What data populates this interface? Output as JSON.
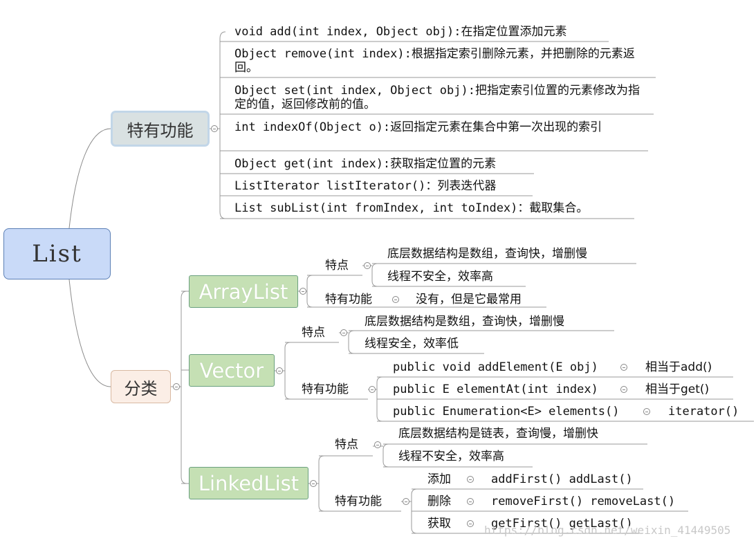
{
  "root": "List",
  "special": {
    "title": "特有功能",
    "items": [
      "void add(int index, Object obj):在指定位置添加元素",
      "Object remove(int index):根据指定索引删除元素，并把删除的元素返回。",
      "Object set(int index, Object obj):把指定索引位置的元素修改为指定的值，返回修改前的值。",
      "int indexOf(Object o):返回指定元素在集合中第一次出现的索引",
      "Object get(int index):获取指定位置的元素",
      "ListIterator listIterator()：列表迭代器",
      " List subList(int fromIndex, int toIndex)：截取集合。"
    ]
  },
  "classify": {
    "title": "分类",
    "arraylist": {
      "name": "ArrayList",
      "trait_label": "特点",
      "traits": [
        "底层数据结构是数组，查询快，增删慢",
        "线程不安全，效率高"
      ],
      "feature_label": "特有功能",
      "feature": "没有，但是它最常用"
    },
    "vector": {
      "name": "Vector",
      "trait_label": "特点",
      "traits": [
        "底层数据结构是数组，查询快，增删慢",
        "线程安全，效率低"
      ],
      "feature_label": "特有功能",
      "methods": [
        {
          "sig": "public void addElement(E obj)",
          "eq": "相当于add()"
        },
        {
          "sig": "public E elementAt(int index)",
          "eq": "相当于get()"
        },
        {
          "sig": "public Enumeration<E> elements()",
          "eq": "iterator()"
        }
      ]
    },
    "linkedlist": {
      "name": "LinkedList",
      "trait_label": "特点",
      "traits": [
        "底层数据结构是链表，查询慢，增删快",
        "线程不安全，效率高"
      ],
      "feature_label": "特有功能",
      "ops": [
        {
          "label": "添加",
          "methods": "addFirst() addLast()"
        },
        {
          "label": "删除",
          "methods": "removeFirst() removeLast()"
        },
        {
          "label": "获取",
          "methods": "getFirst() getLast()"
        }
      ]
    }
  },
  "watermark": "https://blog.csdn.net/weixin_41449505"
}
